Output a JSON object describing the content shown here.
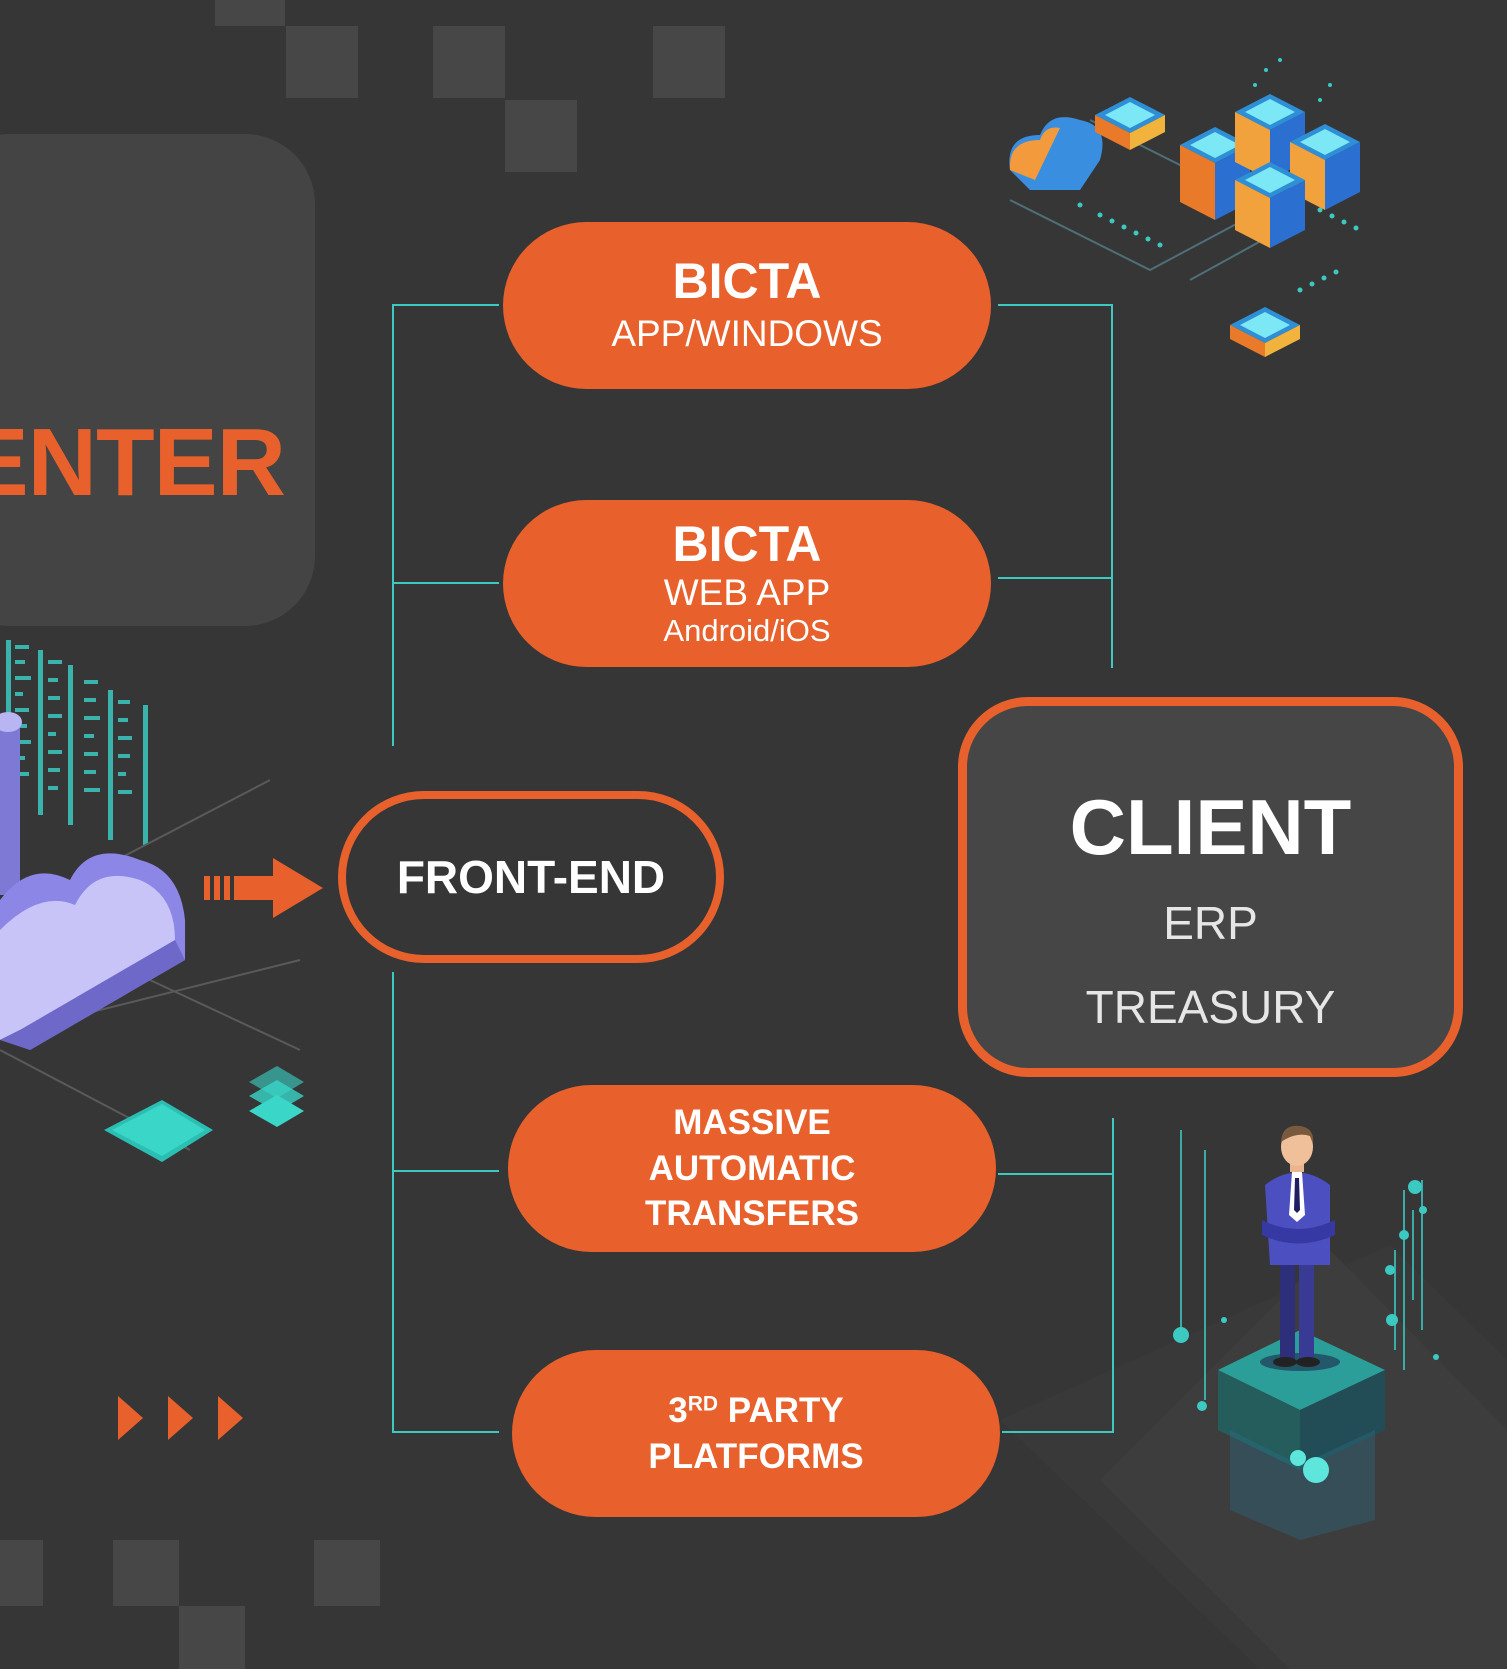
{
  "center_panel": {
    "title": "ENTER"
  },
  "apps": [
    {
      "title": "BICTA",
      "line1": "APP/WINDOWS"
    },
    {
      "title": "BICTA",
      "line1": "WEB APP",
      "line2": "Android/iOS"
    },
    {
      "lines": [
        "MASSIVE",
        "AUTOMATIC",
        "TRANSFERS"
      ]
    },
    {
      "prefix": "3",
      "sup": "RD",
      "rest": " PARTY",
      "line2": "PLATFORMS"
    }
  ],
  "frontend": {
    "label": "FRONT-END"
  },
  "client": {
    "title": "CLIENT",
    "line1": "ERP",
    "line2": "TREASURY"
  },
  "colors": {
    "accent": "#e8612c",
    "background": "#363636",
    "connector": "#3bc9c2",
    "panel": "#444444"
  },
  "icons": [
    "datacenter-cloud-illustration",
    "server-blocks-illustration",
    "businessman-illustration",
    "arrow-right-icon",
    "triple-chevron-icon"
  ]
}
